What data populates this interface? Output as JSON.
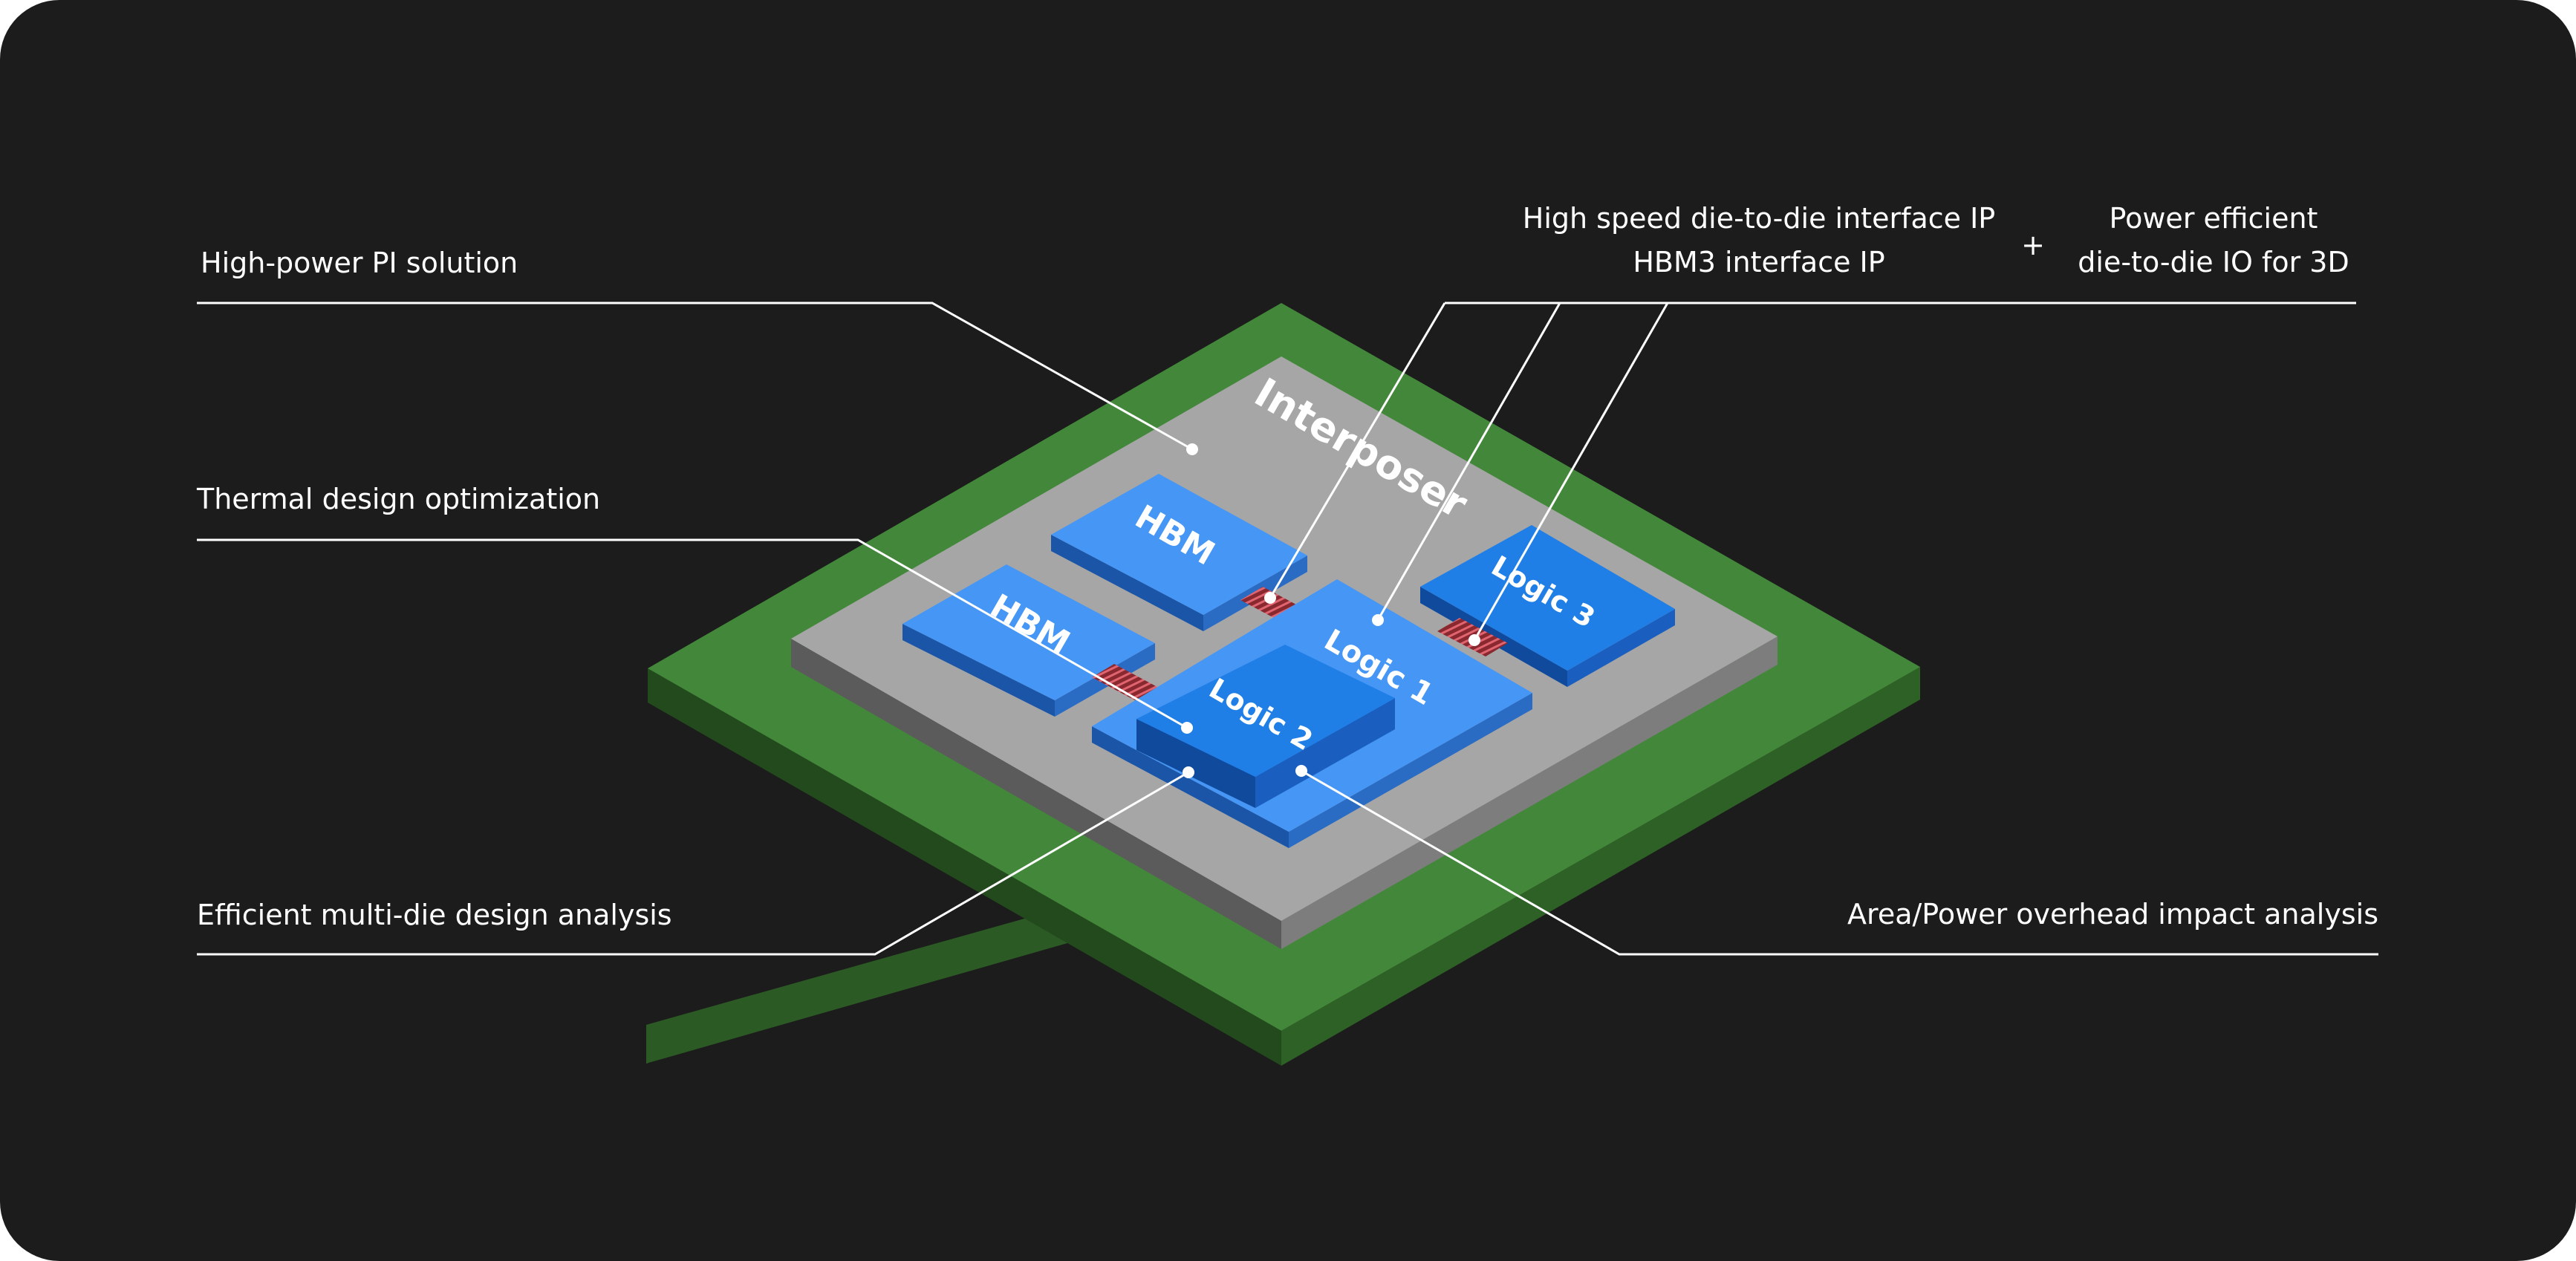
{
  "diagram": {
    "chips": {
      "interposer": "Interposer",
      "hbm_top": "HBM",
      "hbm_left": "HBM",
      "logic1": "Logic 1",
      "logic2": "Logic 2",
      "logic3": "Logic 3"
    },
    "callouts": {
      "high_power_pi": "High-power PI solution",
      "thermal": "Thermal design optimization",
      "multi_die": "Efficient multi-die design analysis",
      "d2d_line1": "High speed die-to-die interface IP",
      "d2d_line2": "HBM3 interface IP",
      "plus": "+",
      "power_line1": "Power efficient",
      "power_line2": "die-to-die IO for 3D",
      "area_power": "Area/Power overhead impact analysis"
    },
    "colors": {
      "background": "#1c1c1c",
      "substrate_top": "#43883a",
      "interposer_top": "#a6a6a6",
      "die_blue": "#1f7fe6",
      "die_light_blue": "#4596f5",
      "bump_red": "#d24b55"
    }
  }
}
